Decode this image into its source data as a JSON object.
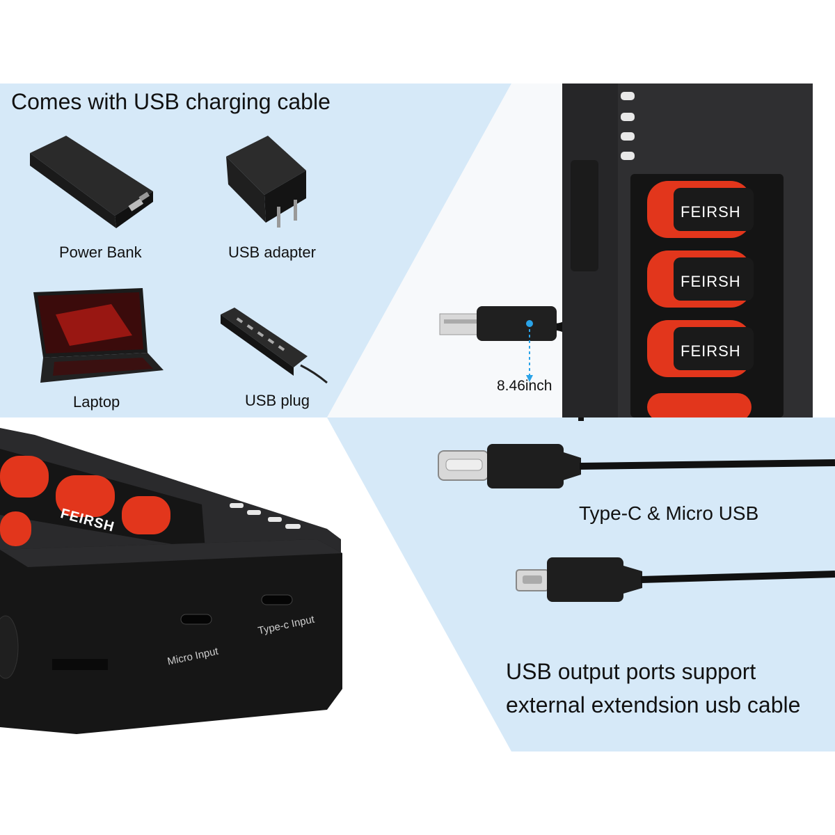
{
  "header": {
    "title": "Comes with USB charging cable"
  },
  "devices": [
    {
      "label": "Power Bank"
    },
    {
      "label": "USB adapter"
    },
    {
      "label": "Laptop"
    },
    {
      "label": "USB plug"
    }
  ],
  "cable": {
    "length_label": "8.46inch"
  },
  "charger": {
    "brand": "FEIRSH",
    "micro_port_label": "Micro Input",
    "typec_port_label": "Type-c Input"
  },
  "connectors": {
    "label": "Type-C & Micro USB"
  },
  "output": {
    "line1": "USB output ports support",
    "line2": "external extendsion usb cable"
  },
  "colors": {
    "panel_blue": "#d6e9f8",
    "device_black": "#1e1e1e",
    "battery_red": "#e2361c",
    "connector_silver": "#d8d8d8",
    "led_blue": "#2aa3e8"
  }
}
